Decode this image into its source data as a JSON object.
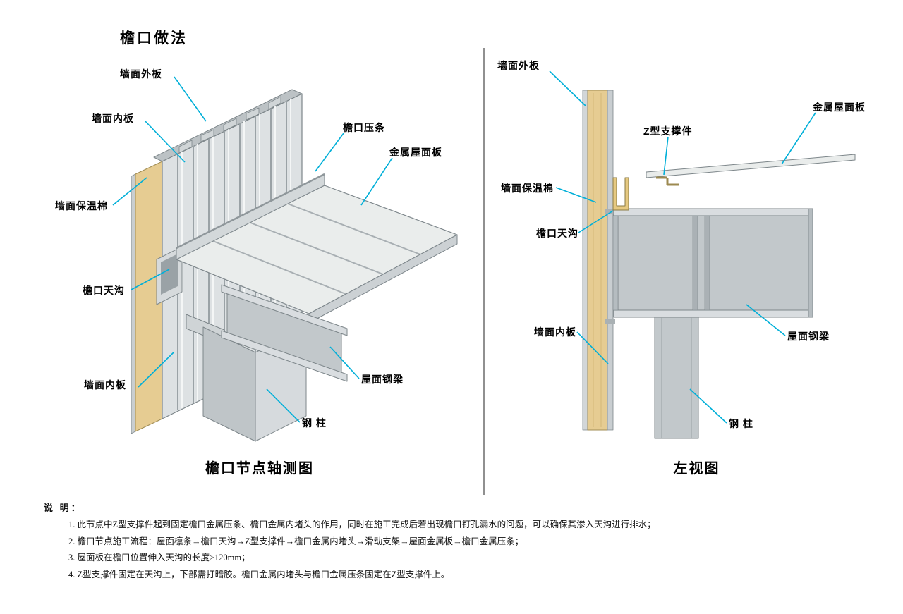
{
  "title": "檐口做法",
  "colors": {
    "leader": "#00afd8",
    "insulation": "#e6cc92",
    "panel_light": "#e9eceb",
    "panel_mid": "#c9cfd2",
    "panel_dark": "#aab1b5"
  },
  "left_view": {
    "caption": "檐口节点轴测图",
    "labels": {
      "wall_outer": "墙面外板",
      "wall_inner_top": "墙面内板",
      "wall_insulation": "墙面保温棉",
      "eave_trim": "檐口压条",
      "metal_roof": "金属屋面板",
      "eave_gutter": "檐口天沟",
      "wall_inner_bottom": "墙面内板",
      "roof_beam": "屋面钢梁",
      "steel_column": "钢 柱"
    }
  },
  "right_view": {
    "caption": "左视图",
    "labels": {
      "wall_outer": "墙面外板",
      "z_support": "Z型支撑件",
      "metal_roof": "金属屋面板",
      "wall_insulation": "墙面保温棉",
      "eave_gutter": "檐口天沟",
      "wall_inner": "墙面内板",
      "roof_beam": "屋面钢梁",
      "steel_column": "钢 柱"
    }
  },
  "notes": {
    "heading": "说 明：",
    "items": [
      "1. 此节点中Z型支撑件起到固定檐口金属压条、檐口金属内堵头的作用，同时在施工完成后若出现檐口钉孔漏水的问题，可以确保其渗入天沟进行排水；",
      "2. 檐口节点施工流程：屋面檩条→檐口天沟→Z型支撑件→檐口金属内堵头→滑动支架→屋面金属板→檐口金属压条；",
      "3. 屋面板在檐口位置伸入天沟的长度≥120mm；",
      "4. Z型支撑件固定在天沟上，下部需打暗胶。檐口金属内堵头与檐口金属压条固定在Z型支撑件上。"
    ]
  }
}
